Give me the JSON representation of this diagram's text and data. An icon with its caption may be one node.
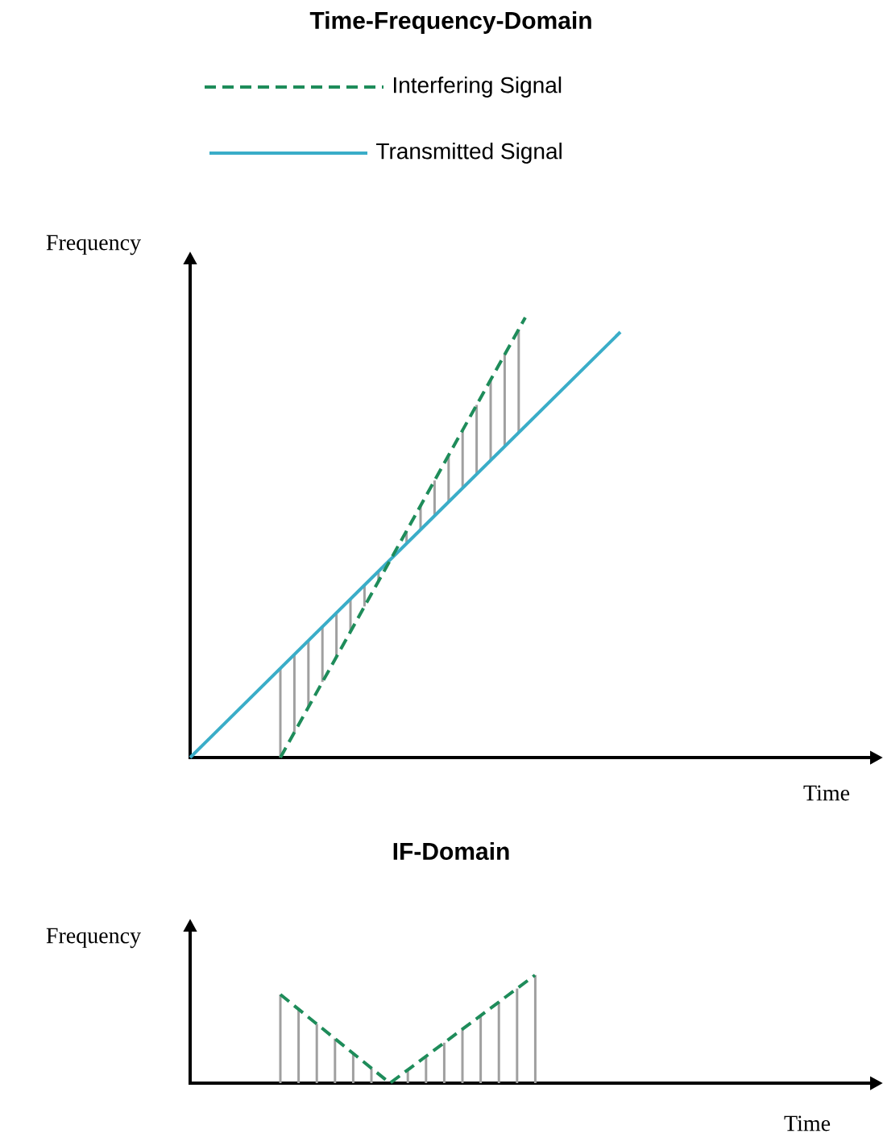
{
  "diagram": {
    "title": "Time-Frequency-Domain",
    "labels": [
      "Frequency",
      "Time",
      "IF-Domain",
      "Frequency",
      "Time"
    ],
    "legend": [
      {
        "text": "Interfering Signal"
      },
      {
        "text": "Transmitted Signal"
      }
    ]
  }
}
